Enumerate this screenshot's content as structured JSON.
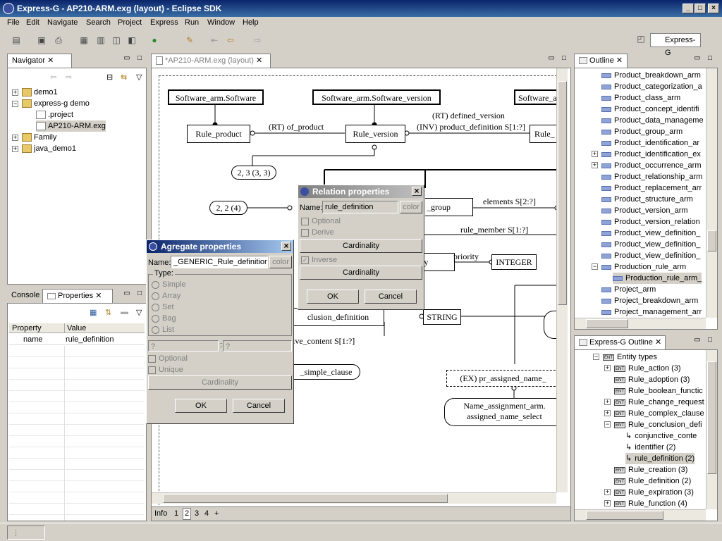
{
  "window": {
    "title": "Express-G - AP210-ARM.exg (layout) - Eclipse SDK"
  },
  "menu": [
    "File",
    "Edit",
    "Navigate",
    "Search",
    "Project",
    "Express",
    "Run",
    "Window",
    "Help"
  ],
  "perspective": {
    "label": "Express-G"
  },
  "navigator": {
    "title": "Navigator",
    "items": [
      {
        "label": "demo1"
      },
      {
        "label": "express-g demo"
      },
      {
        "label": ".project"
      },
      {
        "label": "AP210-ARM.exg"
      },
      {
        "label": "Family"
      },
      {
        "label": "java_demo1"
      }
    ]
  },
  "bottom_left": {
    "tabs": [
      "Console",
      "Properties"
    ],
    "columns": [
      "Property",
      "Value"
    ],
    "rows": [
      {
        "property": "name",
        "value": "rule_definition"
      }
    ]
  },
  "editor": {
    "tab": "*AP210-ARM.exg (layout)",
    "bottom_tabs": [
      "Info",
      "1",
      "2",
      "3",
      "4",
      "+"
    ]
  },
  "diagram": {
    "boxes": [
      "Software_arm.Software",
      "Software_arm.Software_version",
      "Software_a",
      "Rule_product",
      "Rule_version",
      "Rule_",
      "2, 3 (3, 3)",
      "2, 2 (4)",
      "_group",
      "INTEGER",
      "ty",
      "STRING",
      "clusion_definition",
      "_simple_clause",
      "(EX) pr_assigned_name_",
      "Name_assignment_arm.",
      "assigned_name_select"
    ],
    "labels": [
      "(RT) of_product",
      "(RT) defined_version",
      "(INV) product_definition S[1:?]",
      "elements S[2:?]",
      "rule_member S[1:?]",
      "priority",
      "ive_content S[1:?]"
    ]
  },
  "relation_dialog": {
    "title": "Relation properties",
    "name_label": "Name:",
    "name_value": "rule_definition",
    "color_label": "color",
    "optional": "Optional",
    "derive": "Derive",
    "cardinality1": "Cardinality",
    "inverse": "Inverse",
    "cardinality2": "Cardinality",
    "ok": "OK",
    "cancel": "Cancel"
  },
  "aggregate_dialog": {
    "title": "Agregate properties",
    "name_label": "Name:",
    "name_value": "_GENERIC_Rule_definition",
    "color_label": "color",
    "type_label": "Type:",
    "types": [
      "Simple",
      "Array",
      "Set",
      "Bag",
      "List"
    ],
    "bound1": "?",
    "bound2": "?",
    "optional": "Optional",
    "unique": "Unique",
    "cardinality": "Cardinality",
    "ok": "OK",
    "cancel": "Cancel"
  },
  "outline": {
    "title": "Outline",
    "items": [
      "Product_breakdown_arm",
      "Product_categorization_a",
      "Product_class_arm",
      "Product_concept_identifi",
      "Product_data_manageme",
      "Product_group_arm",
      "Product_identification_ar",
      "Product_identification_ex",
      "Product_occurrence_arm",
      "Product_relationship_arm",
      "Product_replacement_arr",
      "Product_structure_arm",
      "Product_version_arm",
      "Product_version_relation",
      "Product_view_definition_",
      "Product_view_definition_",
      "Product_view_definition_",
      "Production_rule_arm",
      "Production_rule_arm_",
      "Project_arm",
      "Project_breakdown_arm",
      "Project_management_arr"
    ]
  },
  "expressg_outline": {
    "title": "Express-G Outline",
    "items": [
      "Entity types",
      "Rule_action (3)",
      "Rule_adoption (3)",
      "Rule_boolean_functic",
      "Rule_change_request",
      "Rule_complex_clause",
      "Rule_conclusion_defi",
      "conjunctive_conte",
      "identifier (2)",
      "rule_definition (2)",
      "Rule_creation (3)",
      "Rule_definition (2)",
      "Rule_expiration (3)",
      "Rule_function (4)"
    ],
    "ent_tag": "ENT"
  }
}
